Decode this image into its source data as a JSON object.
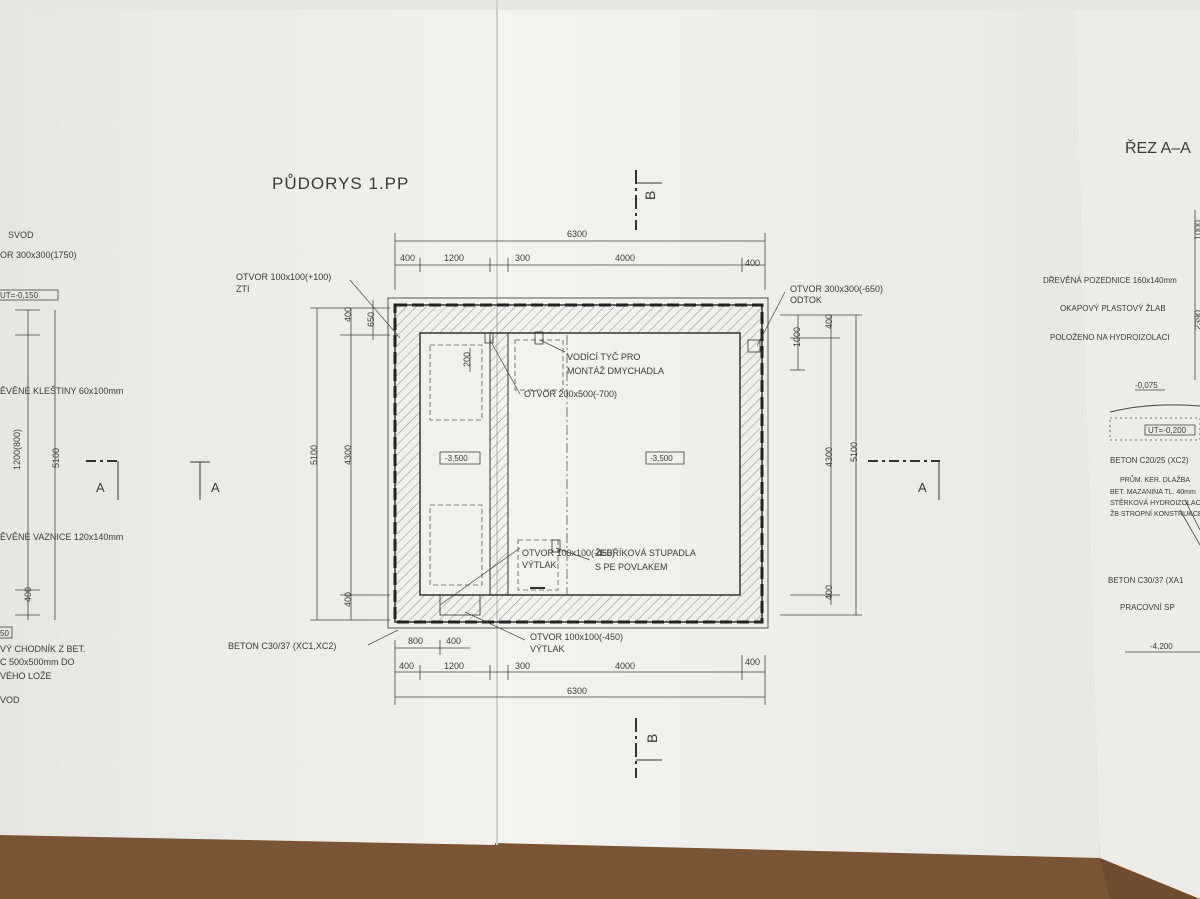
{
  "photo": {
    "left_sheet": {
      "title": "PŮDORYS 1.PP",
      "section_mark_b": "B",
      "section_mark_a": "A",
      "dims_top": {
        "total": "6300",
        "segments": [
          "400",
          "1200",
          "300",
          "4000",
          "400"
        ]
      },
      "dims_bottom": {
        "total": "6300",
        "segments_inner": [
          "800",
          "400"
        ],
        "segments": [
          "400",
          "1200",
          "300",
          "4000",
          "400"
        ]
      },
      "dims_left": {
        "total": "5100",
        "inner": "4300",
        "top": "400",
        "bottom": "400",
        "opening": "650"
      },
      "dims_right": {
        "total": "5100",
        "inner": "4300",
        "top": "400",
        "bottom": "400",
        "opening": "1000"
      },
      "dim_200": "200",
      "levels": [
        "-3,500",
        "-3,500"
      ],
      "labels": {
        "otvor_zti": [
          "OTVOR 100x100(+100)",
          "ZTI"
        ],
        "otvor_odtok": [
          "OTVOR 300x300(-650)",
          "ODTOK"
        ],
        "vodici_tyc": [
          "VODÍCÍ TYČ PRO",
          "MONTÁŽ DMYCHADLA"
        ],
        "otvor_200": [
          "OTVOR 200x500(-700)"
        ],
        "otvor_vytlak1": [
          "OTVOR 100x100(-450)",
          "VÝTLAK"
        ],
        "zebrikova": [
          "ŽEBŘÍKOVÁ STUPADLA",
          "S PE POVLAKEM"
        ],
        "beton": [
          "BETON C30/37 (XC1,XC2)"
        ],
        "otvor_vytlak2": [
          "OTVOR 100x100(-450)",
          "VÝTLAK"
        ]
      },
      "edge_notes": [
        "SVOD",
        "OR 300x300(1750)",
        "UT=-0,150",
        "ĚVĚNÉ KLEŠTINY 60x100mm",
        "1200(800)",
        "5100",
        "ĚVĚNÉ VAZNICE 120x140mm",
        "400",
        "50",
        "VÝ CHODNÍK Z BET.",
        "C 500x500mm DO",
        "VÉHO LOŽE",
        "VOD"
      ]
    },
    "right_sheet": {
      "title": "ŘEZ A–A",
      "notes": [
        "DŘEVĚNÁ POZEDNICE 160x140mm",
        "OKAPOVÝ PLASTOVÝ ŽLAB",
        "POLOŽENO NA HYDROIZOLACI",
        "-0,075",
        "UT=-0,200",
        "BETON C20/25 (XC2)",
        "PRŮM. KER. DLAŽBA",
        "BET. MAZANINA TL. 40mm",
        "STĚRKOVÁ HYDROIZOLACE",
        "ŽB STROPNÍ KONSTRUKCE",
        "BETON C30/37 (XA1",
        "PRACOVNÍ SP",
        "-4,200",
        "1000",
        "2390"
      ]
    }
  }
}
